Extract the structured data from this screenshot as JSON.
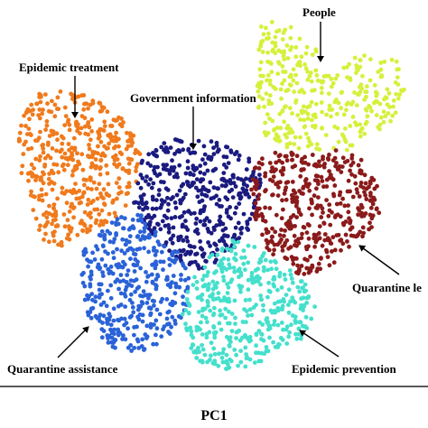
{
  "chart_data": {
    "type": "scatter",
    "xlabel": "PC1",
    "ylabel": "",
    "grid": false,
    "legend": "none",
    "series": [
      {
        "name": "People",
        "color": "#d6f03c"
      },
      {
        "name": "Epidemic treatment",
        "color": "#f07a1c"
      },
      {
        "name": "Government information",
        "color": "#1a1a80"
      },
      {
        "name": "Quarantine le",
        "color": "#8b1a1a"
      },
      {
        "name": "Quarantine assistance",
        "color": "#2a62d8"
      },
      {
        "name": "Epidemic prevention",
        "color": "#44e0cc"
      }
    ]
  }
}
